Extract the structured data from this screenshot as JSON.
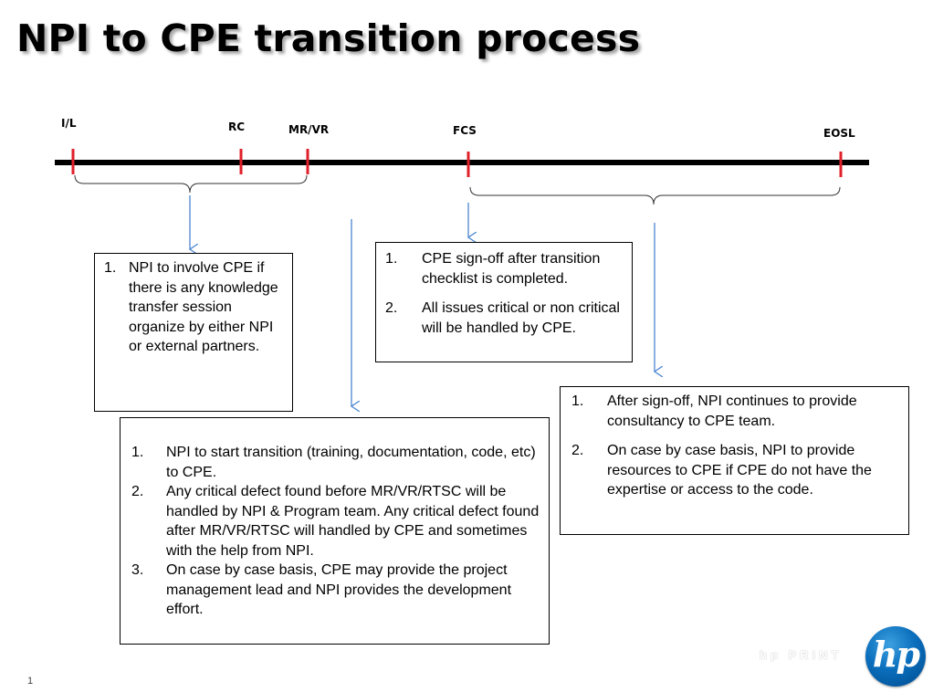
{
  "title": "NPI to CPE transition process",
  "milestones": {
    "il": "I/L",
    "rc": "RC",
    "mrvr": "MR/VR",
    "fcs": "FCS",
    "eosl": "EOSL"
  },
  "box1": {
    "items": [
      {
        "num": "1.",
        "text": "NPI to involve CPE if there is any knowledge transfer session organize by either NPI or external partners."
      }
    ]
  },
  "box2": {
    "items": [
      {
        "num": "1.",
        "text": "CPE sign-off  after transition checklist is completed."
      },
      {
        "num": "2.",
        "text": "All issues critical or non critical will be handled by CPE."
      }
    ]
  },
  "box3": {
    "items": [
      {
        "num": "1.",
        "text": "After sign-off, NPI continues to provide consultancy to CPE team."
      },
      {
        "num": "2.",
        "text": "On case by case basis, NPI to provide resources to CPE if CPE do not have the expertise or access to the code."
      }
    ]
  },
  "box4": {
    "items": [
      {
        "num": "1.",
        "text": "NPI to start transition (training, documentation, code, etc) to CPE."
      },
      {
        "num": "2.",
        "text": "Any critical defect found before MR/VR/RTSC will be handled by NPI & Program team.  Any critical defect found after MR/VR/RTSC will handled by CPE and sometimes with the help from NPI."
      },
      {
        "num": "3.",
        "text": " On case by case basis, CPE may provide the project management lead and NPI provides the development effort."
      }
    ]
  },
  "footer": {
    "brand_text": "hp PRINT",
    "logo_text": "hp",
    "page_number": "1"
  },
  "colors": {
    "timeline": "#000000",
    "tick": "#e0202a",
    "arrow": "#4a86d0",
    "brace": "#333333"
  }
}
